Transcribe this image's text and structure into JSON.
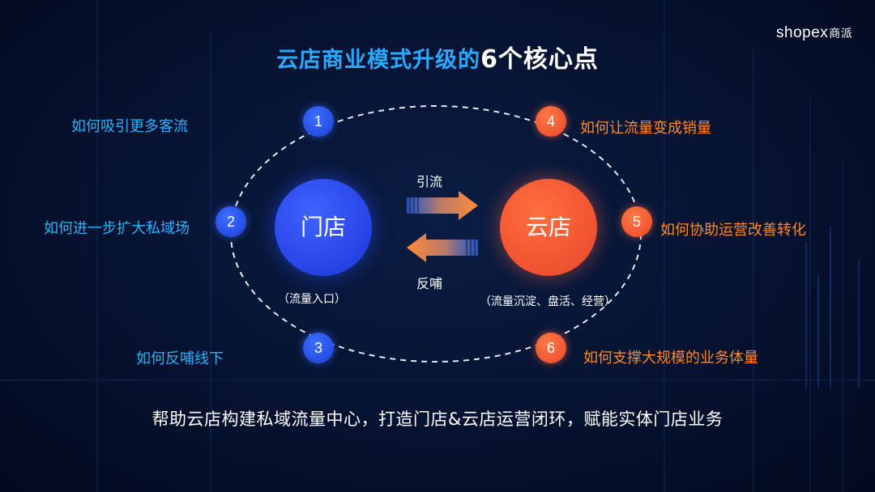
{
  "brand": {
    "name": "shopex",
    "sub": "商派"
  },
  "title": {
    "prefix": "云店商业模式升级的",
    "highlight": "6个核心点"
  },
  "center": {
    "store": {
      "label": "门店",
      "caption": "（流量入口）"
    },
    "cloud": {
      "label": "云店",
      "caption": "（流量沉淀、盘活、经营）"
    },
    "flow_forward": "引流",
    "flow_back": "反哺"
  },
  "nodes": [
    {
      "num": "1",
      "text": "如何吸引更多客流",
      "color": "#2a55f0"
    },
    {
      "num": "2",
      "text": "如何进一步扩大私域场",
      "color": "#2a55f0"
    },
    {
      "num": "3",
      "text": "如何反哺线下",
      "color": "#2a55f0"
    },
    {
      "num": "4",
      "text": "如何让流量变成销量",
      "color": "#f05a32"
    },
    {
      "num": "5",
      "text": "如何协助运营改善转化",
      "color": "#f05a32"
    },
    {
      "num": "6",
      "text": "如何支撑大规模的业务体量",
      "color": "#f05a32"
    }
  ],
  "footer": "帮助云店构建私域流量中心，打造门店&云店运营闭环，赋能实体门店业务"
}
